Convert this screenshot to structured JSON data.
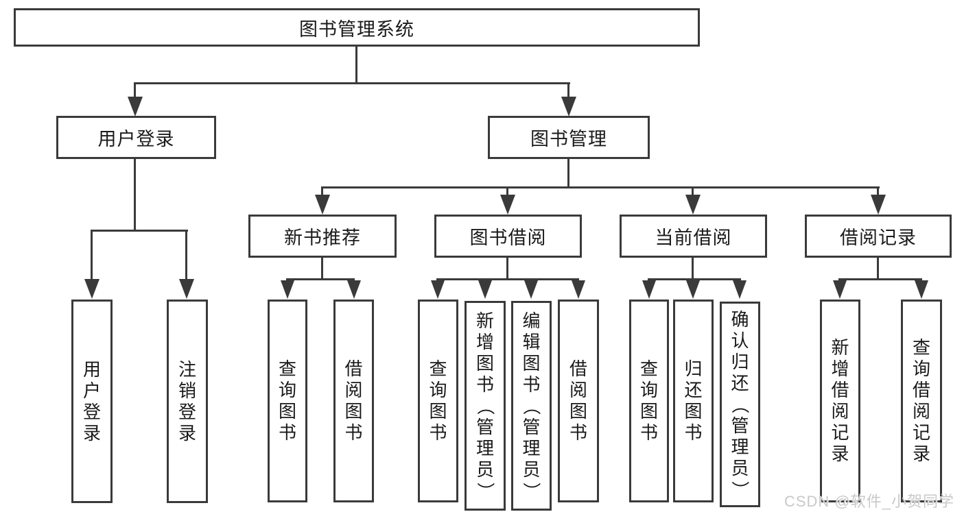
{
  "diagram": {
    "root": "图书管理系统",
    "user_login": {
      "label": "用户登录",
      "children": [
        "用户登录",
        "注销登录"
      ]
    },
    "book_management": {
      "label": "图书管理",
      "sections": [
        {
          "label": "新书推荐",
          "children": [
            "查询图书",
            "借阅图书"
          ]
        },
        {
          "label": "图书借阅",
          "children": [
            "查询图书",
            "新增图书（管理员）",
            "编辑图书（管理员）",
            "借阅图书"
          ]
        },
        {
          "label": "当前借阅",
          "children": [
            "查询图书",
            "归还图书",
            "确认归还（管理员）"
          ]
        },
        {
          "label": "借阅记录",
          "children": [
            "新增借阅记录",
            "查询借阅记录"
          ]
        }
      ]
    }
  },
  "watermark": "CSDN @软件_小贺同学",
  "colors": {
    "line": "#3a3a3a",
    "text": "#1a1a1a",
    "background": "#ffffff",
    "watermark": "#c9c9c9"
  }
}
